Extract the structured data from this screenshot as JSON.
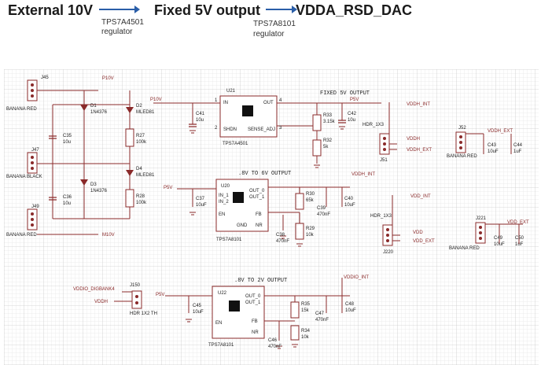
{
  "flow": {
    "source": "External 10V",
    "reg1_part": "TPS7A4501",
    "reg1_type": "regulator",
    "mid": "Fixed 5V output",
    "reg2_part": "TPS7A8101",
    "reg2_type": "regulator",
    "dest": "VDDA_RSD_DAC"
  },
  "labels": {
    "j45": "J45",
    "banana_red_top": "BANANA RED",
    "j47": "J47",
    "banana_black": "BANANA BLACK",
    "j49": "J49",
    "banana_red_bot": "BANANA RED",
    "p10v": "P10V",
    "m10v": "M10V",
    "d1": "D1",
    "d1v": "1N4376",
    "d3": "D3",
    "d3v": "1N4376",
    "d2": "D2",
    "d2v": "MLED81",
    "d4": "D4",
    "d4v": "MLED81",
    "c35": "C35",
    "c35v": "10u",
    "c36": "C36",
    "c36v": "10u",
    "r27": "R27",
    "r27v": "100k",
    "r28": "R28",
    "r28v": "100k",
    "u21": "U21",
    "u21p": "TPS7A4501",
    "u21_in": "IN",
    "u21_out": "OUT",
    "u21_shdn": "SHDN",
    "u21_sense": "SENSE_ADJ",
    "u21_p1": "1",
    "u21_p2": "2",
    "u21_p3": "3",
    "u21_p4": "4",
    "p10v_in": "P10V",
    "c41": "C41",
    "c41v": "10u",
    "fixed5v": "FIXED 5V OUTPUT",
    "p5v": "P5V",
    "r33": "R33",
    "r33v": "3.15k",
    "r32": "R32",
    "r32v": "5k",
    "c42": "C42",
    "c42v": "10u",
    "hdr13a": "HDR_1X3",
    "j51": "J51",
    "vddh_int": "VDDH_INT",
    "vddh": "VDDH",
    "vddh_ext": "VDDH_EXT",
    "ext_vddh": "VDDH_EXT",
    "j52": "J52",
    "banana_red_r1": "BANANA RED",
    "c43": "C43",
    "c43v": "10uF",
    "c44": "C44",
    "c44v": "1uF",
    "out6v": ".8V TO 6V OUTPUT",
    "vddh_int2": "VDDH_INT",
    "u20": "U20",
    "u20p": "TPS7A8101",
    "u20_in1": "IN_1",
    "u20_in2": "IN_2",
    "u20_en": "EN",
    "u20_gnd": "GND",
    "u20_out0": "OUT_0",
    "u20_out1": "OUT_1",
    "u20_fb": "FB",
    "u20_nr": "NR",
    "p5v_in": "P5V",
    "c37": "C37",
    "c37v": "10uF",
    "r30": "R30",
    "r30v": "65k",
    "c39": "C39",
    "c39v": "470nF",
    "c40": "C40",
    "c40v": "10uF",
    "r29": "R29",
    "r29v": "10k",
    "c38": "C38",
    "c38v": "470nF",
    "hdr13b": "HDR_1X3",
    "j220": "J220",
    "vdd_int": "VDD_INT",
    "vdd": "VDD",
    "vdd_ext": "VDD_EXT",
    "ext_vdd": "VDD_EXT",
    "j221": "J221",
    "banana_red_r2": "BANANA RED",
    "c49": "C49",
    "c49v": "10uF",
    "c50": "C50",
    "c50v": "1uF",
    "out2v": ".8V TO 2V OUTPUT",
    "vddio_int": "VDDIO_INT",
    "vddio_dig": "VDDIO_DIGBANK4",
    "vddh_j": "VDDH",
    "j150": "J150",
    "hdr12": "HDR 1X2 TH",
    "u22": "U22",
    "u22p": "TPS7A8101",
    "u22_en": "EN",
    "u22_fb": "FB",
    "u22_nr": "NR",
    "u22_out0": "OUT_0",
    "u22_out1": "OUT_1",
    "p5v_in2": "P5V",
    "c45": "C45",
    "c45v": "10uF",
    "r35": "R35",
    "r35v": "15k",
    "c47": "C47",
    "c47v": "470nF",
    "c48": "C48",
    "c48v": "10uF",
    "r34": "R34",
    "r34v": "10k",
    "c46": "C46",
    "c46v": "470nF"
  }
}
